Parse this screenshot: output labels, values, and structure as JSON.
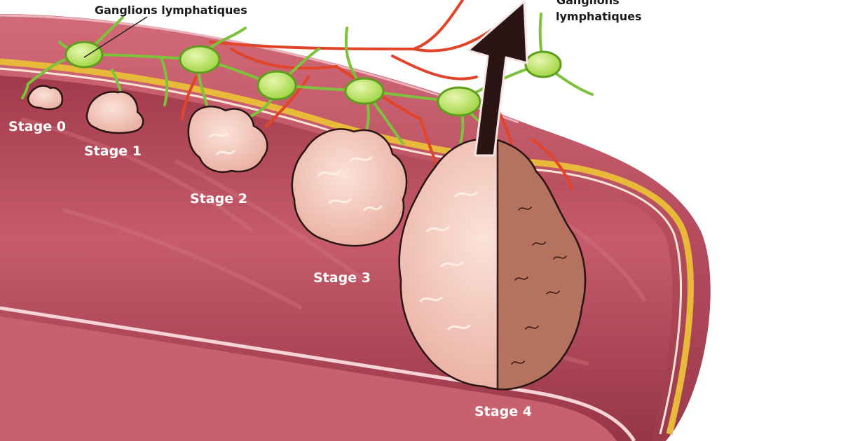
{
  "lymph_label": "Ganglions lymphatiques",
  "lymph_label_right_line1": "Ganglions",
  "lymph_label_right_line2": "lymphatiques",
  "stages": [
    "Stage 0",
    "Stage 1",
    "Stage 2",
    "Stage 3",
    "Stage 4"
  ],
  "colors": {
    "colon_wall": "#b84a5a",
    "colon_inner": "#a8404f",
    "muscle_band": "#e9b93a",
    "lymph_node": "#9bd33c",
    "lymph_vessel": "#7cc23a",
    "blood_vessel": "#e2442a",
    "tumor": "#f0c2b8",
    "tumor_invasive": "#b5725e",
    "arrow": "#2a1414"
  }
}
